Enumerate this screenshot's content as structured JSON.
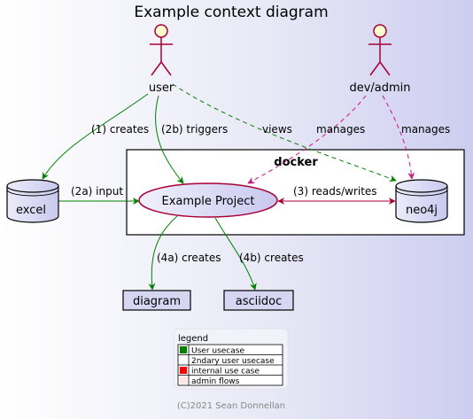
{
  "title": "Example context diagram",
  "actors": {
    "user": "user",
    "dev_admin": "dev/admin"
  },
  "container": {
    "label": "docker"
  },
  "nodes": {
    "excel": "excel",
    "example_project": "Example Project",
    "neo4j": "neo4j",
    "diagram": "diagram",
    "asciidoc": "asciidoc"
  },
  "edges": {
    "creates_excel": "(1) creates",
    "triggers": "(2b) triggers",
    "views": "views",
    "manages_1": "manages",
    "manages_2": "manages",
    "input": "(2a) input",
    "reads_writes": "(3) reads/writes",
    "creates_diagram": "(4a) creates",
    "creates_asciidoc": "(4b) creates"
  },
  "legend": {
    "title": "legend",
    "items": [
      {
        "label": "User usecase",
        "color": "#008000"
      },
      {
        "label": "2ndary user usecase",
        "color": "#ffffff"
      },
      {
        "label": "internal use case",
        "color": "#ff0000"
      },
      {
        "label": "admin flows",
        "color": "#ffe4e1"
      }
    ]
  },
  "footer": "(C)2021 Sean Donnellan",
  "colors": {
    "green": "#008000",
    "crimson": "#a80036",
    "pink": "#c71585",
    "node_fill": "#dcdcf5",
    "ellipse_fill": "#dcdcf5",
    "container_fill": "#ffffff"
  }
}
